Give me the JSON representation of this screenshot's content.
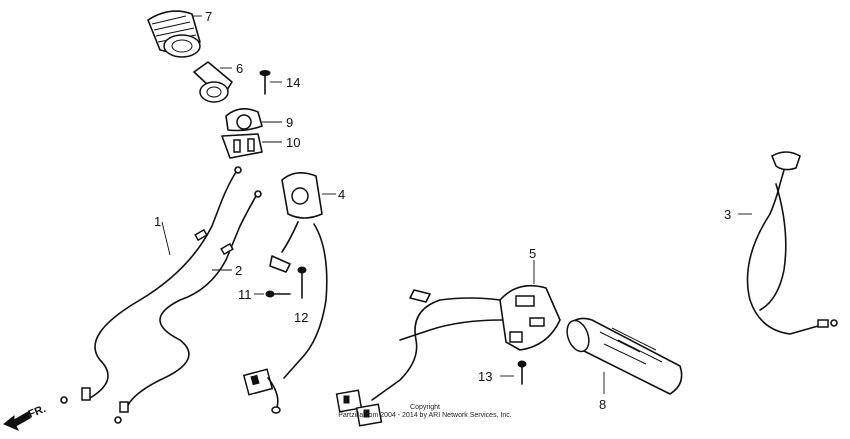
{
  "diagram": {
    "callouts": [
      "1",
      "2",
      "3",
      "4",
      "5",
      "6",
      "7",
      "8",
      "9",
      "10",
      "11",
      "12",
      "13",
      "14"
    ],
    "direction_label": "FR.",
    "copyright_line1": "Copyright",
    "copyright_line2": "Partzilla.com 2004 - 2014 by ARI Network Services, Inc."
  }
}
